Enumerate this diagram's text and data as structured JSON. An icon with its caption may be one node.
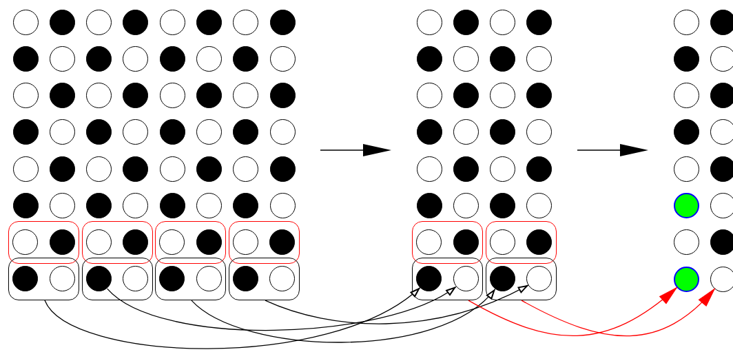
{
  "diagram": {
    "nodes": [
      {
        "text": [],
        "shape": "circle"
      },
      {
        "text": [],
        "shape": "circle"
      },
      {
        "text": [],
        "shape": "circle"
      },
      {
        "text": [],
        "shape": "circle"
      },
      {
        "text": [],
        "shape": "circle"
      },
      {
        "text": [],
        "shape": "circle"
      },
      {
        "text": [],
        "shape": "circle"
      },
      {
        "text": [],
        "shape": "circle"
      },
      {
        "text": [],
        "shape": "circle"
      },
      {
        "text": [],
        "shape": "circle"
      },
      {
        "text": [],
        "shape": "circle"
      },
      {
        "text": [],
        "shape": "circle"
      },
      {
        "text": [],
        "shape": "circle"
      },
      {
        "text": [],
        "shape": "circle"
      },
      {
        "text": [],
        "shape": "circle"
      },
      {
        "text": [],
        "shape": "circle"
      },
      {
        "text": [],
        "shape": "circle"
      },
      {
        "text": [],
        "shape": "circle"
      },
      {
        "text": [],
        "shape": "circle"
      },
      {
        "text": [],
        "shape": "circle"
      },
      {
        "text": [],
        "shape": "circle"
      },
      {
        "text": [],
        "shape": "circle"
      },
      {
        "text": [],
        "shape": "circle"
      },
      {
        "text": [],
        "shape": "circle"
      },
      {
        "text": [],
        "shape": "circle"
      },
      {
        "text": [],
        "shape": "circle"
      },
      {
        "text": [],
        "shape": "circle"
      },
      {
        "text": [],
        "shape": "circle"
      },
      {
        "text": [],
        "shape": "circle"
      },
      {
        "text": [],
        "shape": "circle"
      },
      {
        "text": [],
        "shape": "circle"
      },
      {
        "text": [],
        "shape": "circle"
      },
      {
        "text": [],
        "shape": "circle"
      },
      {
        "text": [],
        "shape": "circle"
      },
      {
        "text": [],
        "shape": "circle"
      },
      {
        "text": [],
        "shape": "circle"
      },
      {
        "text": [],
        "shape": "circle"
      },
      {
        "text": [],
        "shape": "circle"
      },
      {
        "text": [],
        "shape": "circle"
      },
      {
        "text": [],
        "shape": "circle"
      },
      {
        "text": [],
        "shape": "circle"
      },
      {
        "text": [],
        "shape": "circle"
      },
      {
        "text": [],
        "shape": "circle"
      },
      {
        "text": [],
        "shape": "circle"
      },
      {
        "text": [],
        "shape": "circle"
      },
      {
        "text": [],
        "shape": "circle"
      },
      {
        "text": [],
        "shape": "circle"
      },
      {
        "text": [],
        "shape": "circle"
      },
      {
        "text": [],
        "shape": "box"
      },
      {
        "text": [],
        "shape": "circle",
        "in": 48
      },
      {
        "text": [],
        "shape": "circle",
        "in": 48
      },
      {
        "text": [],
        "shape": "box"
      },
      {
        "text": [],
        "shape": "circle",
        "in": 51
      },
      {
        "text": [],
        "shape": "circle",
        "in": 51
      },
      {
        "text": [],
        "shape": "box"
      },
      {
        "text": [],
        "shape": "circle",
        "in": 54
      },
      {
        "text": [],
        "shape": "circle",
        "in": 54
      },
      {
        "text": [],
        "shape": "box"
      },
      {
        "text": [],
        "shape": "circle",
        "in": 57
      },
      {
        "text": [],
        "shape": "circle",
        "in": 57
      },
      {
        "text": [],
        "shape": "box"
      },
      {
        "text": [],
        "shape": "circle",
        "in": 60
      },
      {
        "text": [],
        "shape": "circle",
        "in": 60
      },
      {
        "text": [],
        "shape": "box"
      },
      {
        "text": [],
        "shape": "circle",
        "in": 63
      },
      {
        "text": [],
        "shape": "circle",
        "in": 63
      },
      {
        "text": [],
        "shape": "box"
      },
      {
        "text": [],
        "shape": "circle",
        "in": 66
      },
      {
        "text": [],
        "shape": "circle",
        "in": 66
      },
      {
        "text": [],
        "shape": "box"
      },
      {
        "text": [],
        "shape": "circle",
        "in": 69
      },
      {
        "text": [],
        "shape": "circle",
        "in": 69
      },
      {
        "text": [],
        "shape": "circle"
      },
      {
        "text": [],
        "shape": "circle"
      },
      {
        "text": [],
        "shape": "circle"
      },
      {
        "text": [],
        "shape": "circle"
      },
      {
        "text": [],
        "shape": "circle"
      },
      {
        "text": [],
        "shape": "circle"
      },
      {
        "text": [],
        "shape": "circle"
      },
      {
        "text": [],
        "shape": "circle"
      },
      {
        "text": [],
        "shape": "circle"
      },
      {
        "text": [],
        "shape": "circle"
      },
      {
        "text": [],
        "shape": "circle"
      },
      {
        "text": [],
        "shape": "circle"
      },
      {
        "text": [],
        "shape": "circle"
      },
      {
        "text": [],
        "shape": "circle"
      },
      {
        "text": [],
        "shape": "circle"
      },
      {
        "text": [],
        "shape": "circle"
      },
      {
        "text": [],
        "shape": "circle"
      },
      {
        "text": [],
        "shape": "circle"
      },
      {
        "text": [],
        "shape": "circle"
      },
      {
        "text": [],
        "shape": "circle"
      },
      {
        "text": [],
        "shape": "circle"
      },
      {
        "text": [],
        "shape": "circle"
      },
      {
        "text": [],
        "shape": "circle"
      },
      {
        "text": [],
        "shape": "circle"
      },
      {
        "text": [],
        "shape": "box"
      },
      {
        "text": [],
        "shape": "circle",
        "in": 96
      },
      {
        "text": [],
        "shape": "circle",
        "in": 96
      },
      {
        "text": [],
        "shape": "box"
      },
      {
        "text": [],
        "shape": "circle",
        "in": 99
      },
      {
        "text": [],
        "shape": "circle",
        "in": 99
      },
      {
        "text": [],
        "shape": "box"
      },
      {
        "text": [],
        "shape": "circle",
        "in": 102
      },
      {
        "text": [],
        "shape": "circle",
        "in": 102
      },
      {
        "text": [],
        "shape": "box"
      },
      {
        "text": [],
        "shape": "circle",
        "in": 105
      },
      {
        "text": [],
        "shape": "circle",
        "in": 105
      },
      {
        "text": [],
        "shape": "circle"
      },
      {
        "text": [],
        "shape": "circle"
      },
      {
        "text": [],
        "shape": "circle"
      },
      {
        "text": [],
        "shape": "circle"
      },
      {
        "text": [],
        "shape": "circle"
      },
      {
        "text": [],
        "shape": "circle"
      },
      {
        "text": [],
        "shape": "circle"
      },
      {
        "text": [],
        "shape": "circle"
      },
      {
        "text": [],
        "shape": "circle"
      },
      {
        "text": [],
        "shape": "circle"
      },
      {
        "text": [],
        "shape": "circle"
      },
      {
        "text": [],
        "shape": "circle"
      },
      {
        "text": [],
        "shape": "circle"
      },
      {
        "text": [],
        "shape": "circle"
      },
      {
        "text": [],
        "shape": "circle"
      },
      {
        "text": [],
        "shape": "circle"
      }
    ],
    "edges": [
      {
        "from": 60,
        "to": 103,
        "arrow": "to"
      },
      {
        "from": 64,
        "to": 104,
        "arrow": "to"
      },
      {
        "from": 66,
        "to": 106,
        "arrow": "to"
      },
      {
        "from": 69,
        "to": 107,
        "arrow": "to"
      },
      {
        "from": 102,
        "to": 122,
        "arrow": "to",
        "color": "#ff0000"
      },
      {
        "from": 105,
        "to": 123,
        "arrow": "to",
        "color": "#ff0000"
      }
    ]
  }
}
